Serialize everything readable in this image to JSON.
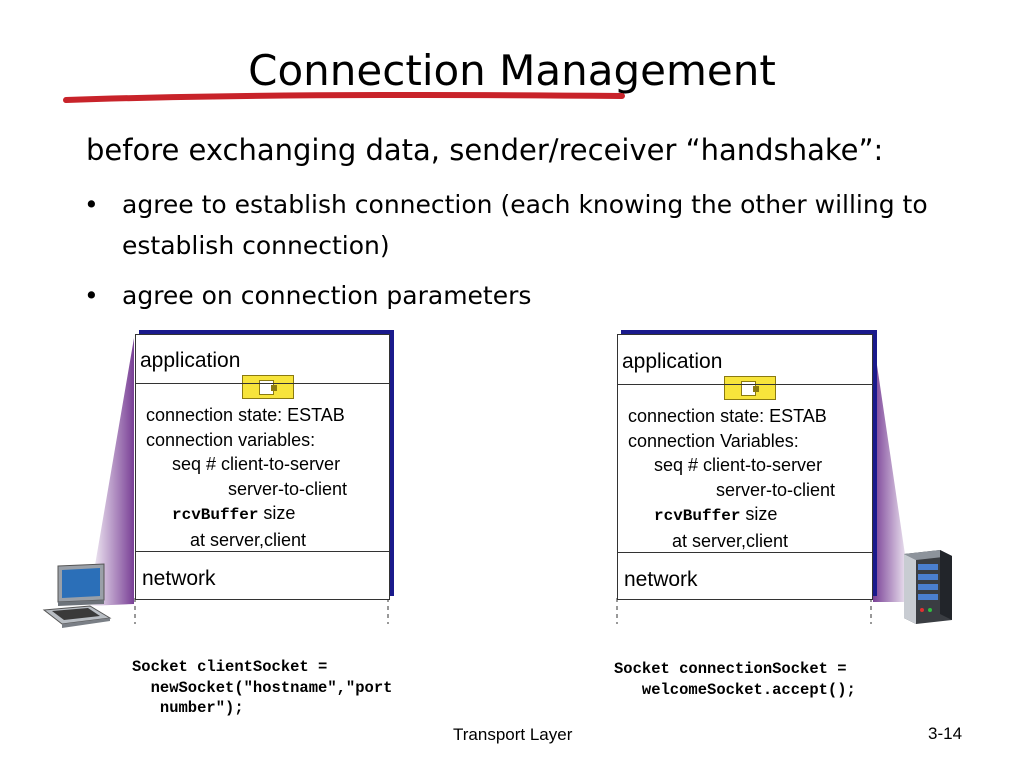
{
  "slide": {
    "title": "Connection Management",
    "intro": "before exchanging data, sender/receiver “handshake”:",
    "bullets": [
      "agree to establish connection (each knowing the other willing to establish connection)",
      "agree on connection parameters"
    ],
    "bullet_symbol": "•"
  },
  "client": {
    "application_label": "application",
    "state_lines": [
      "connection state: ESTAB",
      "connection variables:",
      "seq # client-to-server",
      "server-to-client"
    ],
    "rcvbuffer_code": "rcvBuffer",
    "rcvbuffer_text": " size",
    "at_line": "at server,client",
    "network_label": "network",
    "code_lines": [
      "Socket clientSocket =",
      "  newSocket(\"hostname\",\"port",
      "   number\");"
    ]
  },
  "server": {
    "application_label": "application",
    "state_lines": [
      "connection state: ESTAB",
      "connection Variables:",
      "seq # client-to-server",
      "server-to-client"
    ],
    "rcvbuffer_code": "rcvBuffer",
    "rcvbuffer_text": " size",
    "at_line": "at server,client",
    "network_label": "network",
    "code_lines": [
      "Socket connectionSocket =",
      "   welcomeSocket.accept();"
    ]
  },
  "footer": {
    "label": "Transport Layer",
    "page": "3-14"
  },
  "colors": {
    "accent_red": "#c8232a",
    "host_shadow": "#1a1a8c",
    "cone_purple": "#6a2a8a",
    "socket_yellow": "#f7e43b"
  },
  "icons": [
    "laptop-computer-icon",
    "server-tower-icon",
    "socket-icon"
  ]
}
